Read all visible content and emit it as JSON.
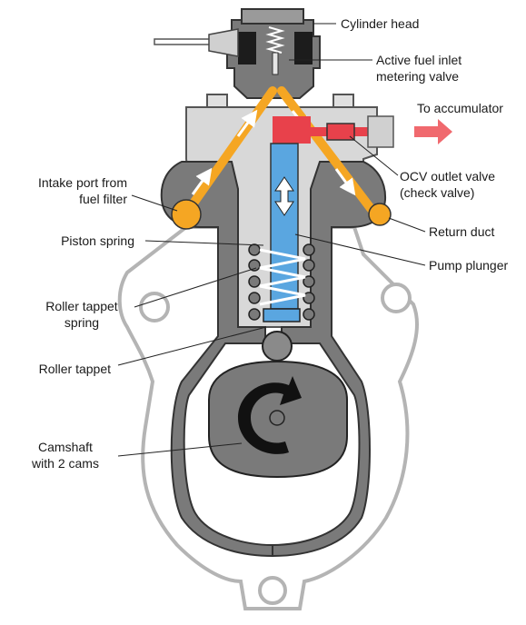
{
  "labels": {
    "cylinder_head": "Cylinder head",
    "inlet_valve_1": "Active fuel inlet",
    "inlet_valve_2": "metering valve",
    "to_accumulator": "To accumulator",
    "ocv_1": "OCV outlet valve",
    "ocv_2": "(check valve)",
    "intake_1": "Intake port from",
    "intake_2": "fuel filter",
    "return_duct": "Return duct",
    "piston_spring": "Piston spring",
    "pump_plunger": "Pump plunger",
    "roller_spring_1": "Roller tappet",
    "roller_spring_2": "spring",
    "roller_tappet": "Roller tappet",
    "camshaft_1": "Camshaft",
    "camshaft_2": "with 2 cams"
  },
  "colors": {
    "fuel_low": "#f5a623",
    "fuel_high": "#e8414b",
    "plunger": "#5aa6e0",
    "housing_dark": "#707070",
    "housing_light": "#b4b4b4",
    "cam": "#7a7a7a",
    "arrow_out": "#f0696e"
  },
  "icons": [
    "double-arrow-icon",
    "rotation-arrow-icon",
    "flow-arrow-icon"
  ]
}
